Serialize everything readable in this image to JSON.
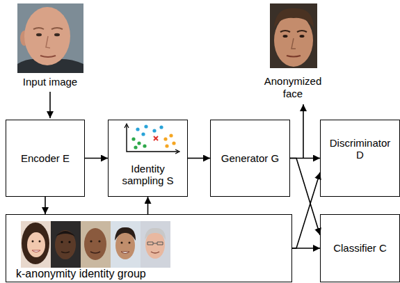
{
  "diagram": {
    "nodes": [
      {
        "text": [
          "Encoder E"
        ]
      },
      {
        "text": [
          "Identity sampling S"
        ]
      },
      {
        "text": [
          "Generator G"
        ]
      },
      {
        "text": [
          "Discriminator D"
        ]
      },
      {
        "text": [
          "k-anonymity identity group"
        ]
      },
      {
        "text": [
          "Classifier C"
        ]
      }
    ],
    "edges": [
      {
        "from": 0,
        "to": 1,
        "arrow": "to"
      },
      {
        "from": 0,
        "to": 4,
        "arrow": "to"
      },
      {
        "from": 4,
        "to": 1,
        "arrow": "to"
      },
      {
        "from": 1,
        "to": 2,
        "arrow": "to"
      },
      {
        "from": 2,
        "to": 3,
        "arrow": "to"
      },
      {
        "from": 2,
        "to": 5,
        "arrow": "to"
      },
      {
        "from": 4,
        "to": 3,
        "arrow": "to"
      },
      {
        "from": 4,
        "to": 5,
        "arrow": "to"
      }
    ],
    "labels": [
      "Input image",
      "Anonymized face"
    ]
  }
}
